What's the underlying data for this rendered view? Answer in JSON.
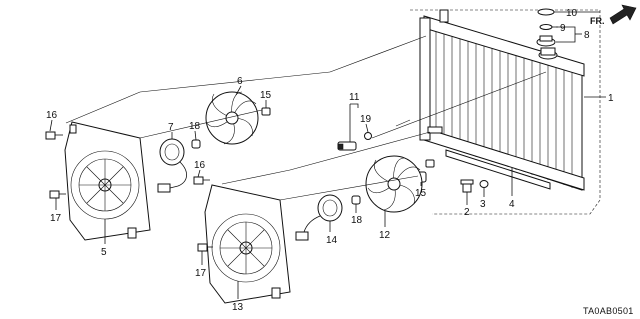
{
  "diagram_code": "TA0AB0501",
  "direction_label": "FR.",
  "callouts": [
    {
      "id": "c1",
      "label": "1"
    },
    {
      "id": "c2",
      "label": "2"
    },
    {
      "id": "c3",
      "label": "3"
    },
    {
      "id": "c4",
      "label": "4"
    },
    {
      "id": "c5",
      "label": "5"
    },
    {
      "id": "c6",
      "label": "6"
    },
    {
      "id": "c7",
      "label": "7"
    },
    {
      "id": "c8",
      "label": "8"
    },
    {
      "id": "c9",
      "label": "9"
    },
    {
      "id": "c10",
      "label": "10"
    },
    {
      "id": "c11",
      "label": "11"
    },
    {
      "id": "c12",
      "label": "12"
    },
    {
      "id": "c13",
      "label": "13"
    },
    {
      "id": "c14",
      "label": "14"
    },
    {
      "id": "c15a",
      "label": "15"
    },
    {
      "id": "c15b",
      "label": "15"
    },
    {
      "id": "c16a",
      "label": "16"
    },
    {
      "id": "c16b",
      "label": "16"
    },
    {
      "id": "c17a",
      "label": "17"
    },
    {
      "id": "c17b",
      "label": "17"
    },
    {
      "id": "c18a",
      "label": "18"
    },
    {
      "id": "c18b",
      "label": "18"
    },
    {
      "id": "c19",
      "label": "19"
    }
  ]
}
